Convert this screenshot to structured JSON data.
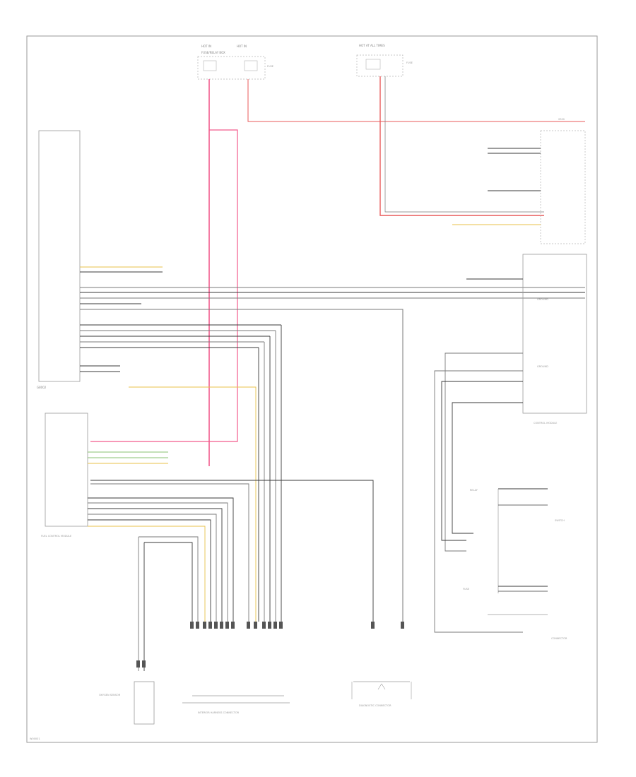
{
  "labels": {
    "fuse_hot_a": "HOT IN",
    "fuse_hot_b": "HOT IN",
    "fuse_box_left": "FUSE/RELAY BOX",
    "fuse_hot_right": "HOT AT ALL TIMES",
    "fuse_label": "FUSE",
    "splice_top": "S300",
    "left_module_id": "G8002",
    "lower_left_module": "FUEL CONTROL MODULE",
    "sensor_bottom_left": "OXYGEN SENSOR",
    "mid_bottom_connector": "INTERIOR HARNESS CONNECTOR",
    "right_bottom_component": "DIAGNOSTIC CONNECTOR",
    "right_module_a": "GROUND",
    "right_module_b": "GROUND",
    "right_module_c": "CONTROL MODULE",
    "right_lower_a": "RELAY",
    "right_lower_b": "SWITCH",
    "right_lower_c": "FUSE",
    "right_lower_d": "CONNECTOR",
    "footer_code": "W00001"
  },
  "colors": {
    "pink_wire": "#f25a8c",
    "red_wire": "#e85a5a",
    "gray_wire": "#7a7a7a",
    "dark_wire": "#3a3a3a",
    "yellow_wire": "#e8c24a",
    "green_wire": "#8ac070",
    "outline": "#999999"
  }
}
